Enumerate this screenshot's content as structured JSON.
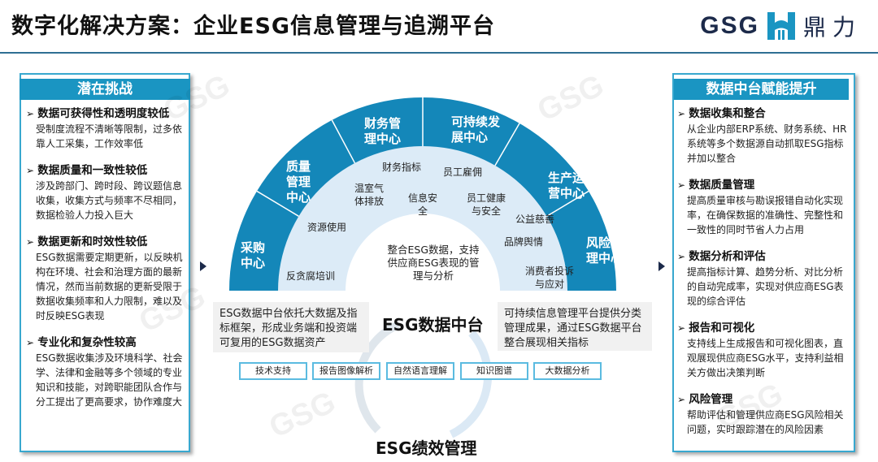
{
  "header": {
    "title": "数字化解决方案：企业ESG信息管理与追溯平台",
    "logo_gsg": "GSG",
    "logo_cn": "鼎力"
  },
  "left": {
    "title": "潜在挑战",
    "items": [
      {
        "h": "数据可获得性和透明度较低",
        "p": "受制度流程不清晰等限制，过多依靠人工采集，工作效率低"
      },
      {
        "h": "数据质量和一致性较低",
        "p": "涉及跨部门、跨时段、跨议题信息收集，收集方式与频率不尽相同，数据检验人力投入巨大"
      },
      {
        "h": "数据更新和时效性较低",
        "p": "ESG数据需要定期更新，以反映机构在环境、社会和治理方面的最新情况，然而当前数据的更新受限于数据收集频率和人力限制，难以及时反映ESG表现"
      },
      {
        "h": "专业化和复杂性较高",
        "p": "ESG数据收集涉及环境科学、社会学、法律和金融等多个领域的专业知识和技能，对跨职能团队合作与分工提出了更高要求，协作难度大"
      }
    ]
  },
  "right": {
    "title": "数据中台赋能提升",
    "items": [
      {
        "h": "数据收集和整合",
        "p": "从企业内部ERP系统、财务系统、HR系统等多个数据源自动抓取ESG指标并加以整合"
      },
      {
        "h": "数据质量管理",
        "p": "提高质量审核与勘误报错自动化实现率，在确保数据的准确性、完整性和一致性的同时节省人力占用"
      },
      {
        "h": "数据分析和评估",
        "p": "提高指标计算、趋势分析、对比分析的自动完成率，实现对供应商ESG表现的综合评估"
      },
      {
        "h": "报告和可视化",
        "p": "支持线上生成报告和可视化图表，直观展现供应商ESG水平，支持利益相关方做出决策判断"
      },
      {
        "h": "风险管理",
        "p": "帮助评估和管理供应商ESG风险相关问题，实时跟踪潜在的风险因素"
      }
    ]
  },
  "centers": [
    "采购中心",
    "质量管理中心",
    "财务管理中心",
    "可持续发展中心",
    "生产运营中心",
    "风险管理中心"
  ],
  "keywords": [
    "反贪腐培训",
    "资源使用",
    "温室气体排放",
    "财务指标",
    "信息安全",
    "员工雇佣",
    "员工健康与安全",
    "公益慈善",
    "品牌舆情",
    "消费者投诉与应对"
  ],
  "core_text": "整合ESG数据，支持供应商ESG表现的管理与分析",
  "platform_title": "ESG数据中台",
  "perf_title": "ESG绩效管理",
  "left_note": "ESG数据中台依托大数据及指标框架，形成业务端和投资端可复用的ESG数据资产",
  "right_note": "可持续信息管理平台提供分类管理成果，通过ESG数据平台整合展现相关指标",
  "tech": [
    "技术支持",
    "报告图像解析",
    "自然语言理解",
    "知识图谱",
    "大数据分析"
  ],
  "colors": {
    "primary": "#1a95c2",
    "light": "#dcebf7",
    "dark": "#1c2a4a"
  }
}
